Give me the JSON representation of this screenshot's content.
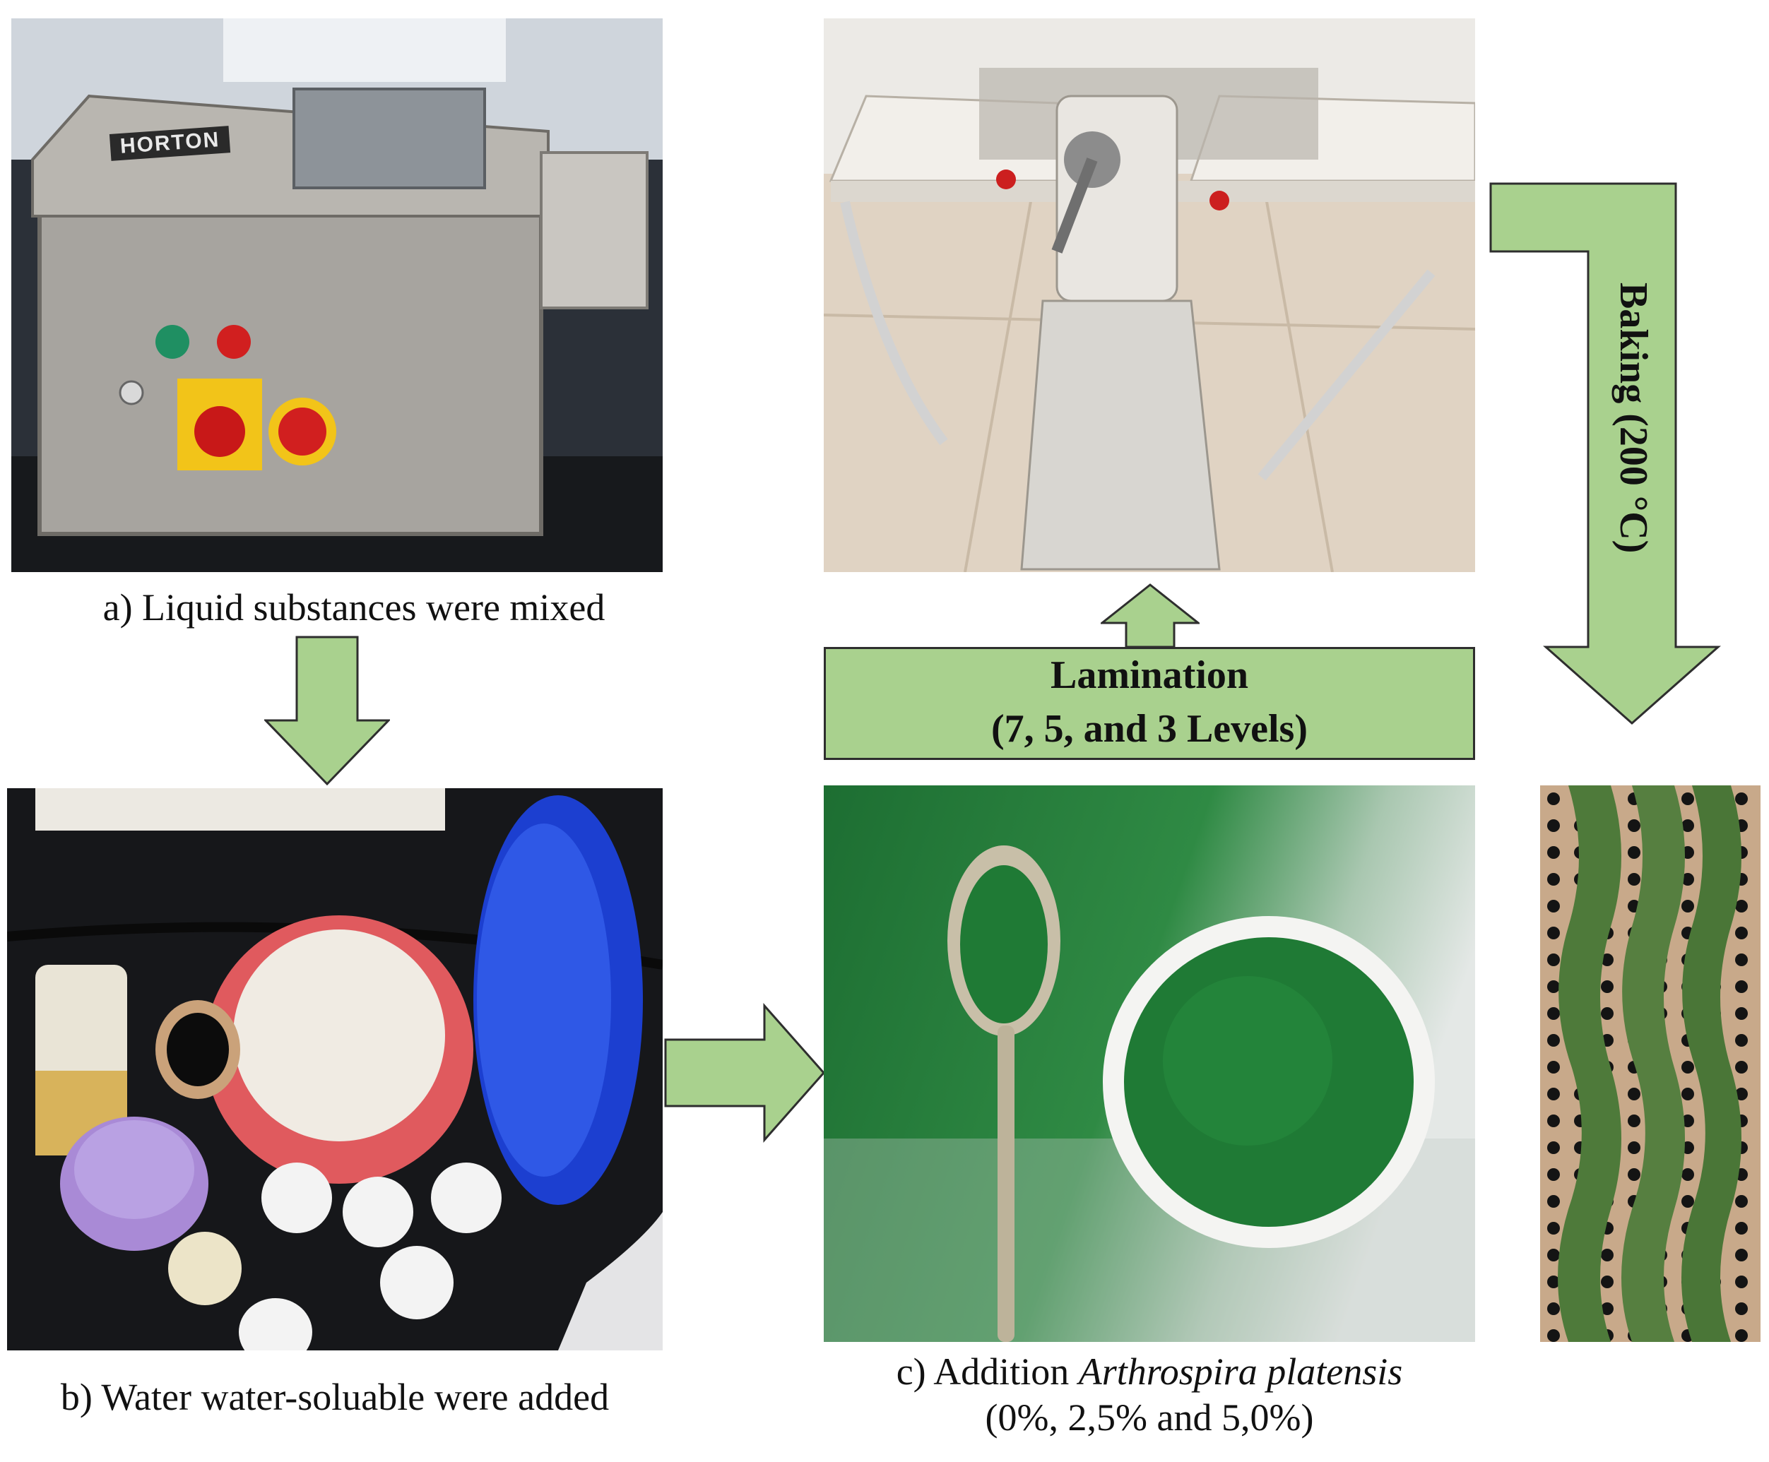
{
  "captions": {
    "a": "a) Liquid substances were mixed",
    "b": "b) Water water-soluable were added",
    "c_prefix": "c) Addition ",
    "c_species": "Arthrospira platensis",
    "c_levels": "(0%, 2,5% and 5,0%)"
  },
  "steps": {
    "lamination_title": "Lamination",
    "lamination_levels": "(7, 5, and 3 Levels)",
    "baking": "Baking (200 °C)"
  },
  "machine_brand": "HORTON",
  "colors": {
    "arrow_fill": "#a9d18e",
    "arrow_stroke": "#2e2e2e",
    "spirulina_green": "#1f7a35"
  }
}
